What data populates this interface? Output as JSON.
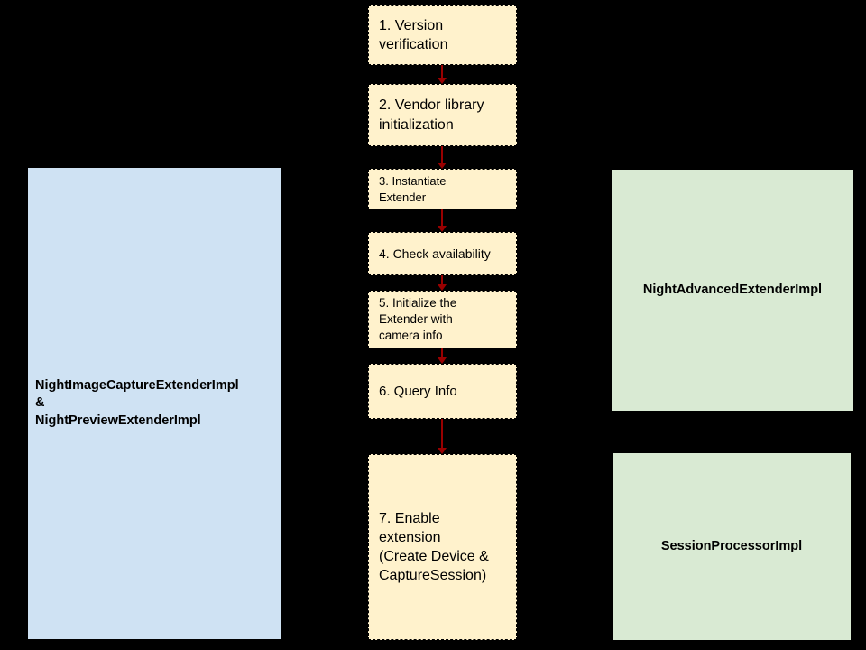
{
  "diagram": {
    "steps": [
      {
        "label": "1. Version\nverification"
      },
      {
        "label": "2. Vendor library\ninitialization"
      },
      {
        "label": "3. Instantiate\nExtender"
      },
      {
        "label": "4. Check availability"
      },
      {
        "label": "5. Initialize the\nExtender with\ncamera info"
      },
      {
        "label": "6. Query Info"
      },
      {
        "label": "7. Enable\nextension\n(Create Device &\nCaptureSession)"
      }
    ],
    "left_node": {
      "label": "NightImageCaptureExtenderImpl\n&\nNightPreviewExtenderImpl"
    },
    "right_nodes": [
      {
        "label": "NightAdvancedExtenderImpl"
      },
      {
        "label": "SessionProcessorImpl"
      }
    ],
    "colors": {
      "background": "#000000",
      "step_fill": "#fff2cc",
      "step_border": "#000000",
      "left_node_fill": "#cfe2f3",
      "right_node_fill": "#d9ead3",
      "arrow": "#990000",
      "text": "#000000"
    }
  }
}
